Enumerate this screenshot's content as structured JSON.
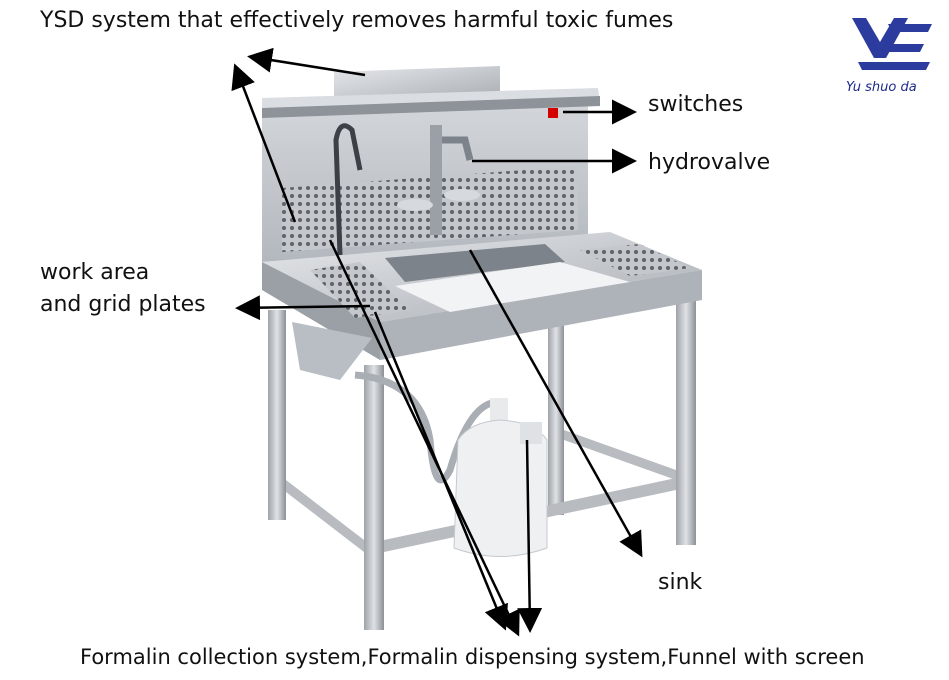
{
  "logo": {
    "text": "Yu shuo da",
    "color": "#1e2a8a"
  },
  "labels": {
    "ysd": "YSD system that effectively removes harmful toxic fumes",
    "switches": "switches",
    "hydrovalve": "hydrovalve",
    "work_area_line1": "work area",
    "work_area_line2": "and grid plates",
    "sink": "sink",
    "formalin": "Formalin collection system,Formalin dispensing system,Funnel with screen"
  },
  "colors": {
    "steel": "#c9ccd0",
    "steel_dark": "#8e9399",
    "arrow": "#000000",
    "switch_red": "#d40000"
  }
}
